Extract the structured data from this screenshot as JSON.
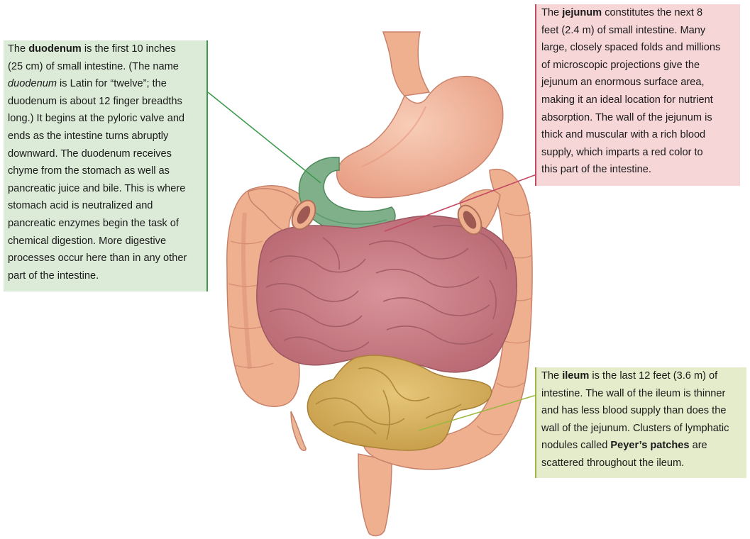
{
  "callouts": {
    "duodenum": {
      "lines": [
        [
          {
            "t": "The "
          },
          {
            "t": "duodenum",
            "b": true
          },
          {
            "t": " is the first 10 inches"
          }
        ],
        [
          {
            "t": "(25 cm) of small intestine. (The name"
          }
        ],
        [
          {
            "t": "duodenum",
            "i": true
          },
          {
            "t": " is Latin for “twelve”; the"
          }
        ],
        [
          {
            "t": "duodenum is about 12 finger breadths"
          }
        ],
        [
          {
            "t": "long.) It begins at the pyloric valve and"
          }
        ],
        [
          {
            "t": "ends as the intestine turns abruptly"
          }
        ],
        [
          {
            "t": "downward. The duodenum receives"
          }
        ],
        [
          {
            "t": "chyme from the stomach as well as"
          }
        ],
        [
          {
            "t": "pancreatic juice and bile. This is where"
          }
        ],
        [
          {
            "t": "stomach acid is neutralized and"
          }
        ],
        [
          {
            "t": "pancreatic enzymes begin the task of"
          }
        ],
        [
          {
            "t": "chemical digestion. More digestive"
          }
        ],
        [
          {
            "t": "processes occur here than in any other"
          }
        ],
        [
          {
            "t": "part of the intestine."
          }
        ]
      ]
    },
    "jejunum": {
      "lines": [
        [
          {
            "t": "The "
          },
          {
            "t": "jejunum",
            "b": true
          },
          {
            "t": " constitutes the next 8"
          }
        ],
        [
          {
            "t": "feet (2.4 m) of small intestine. Many"
          }
        ],
        [
          {
            "t": "large, closely spaced folds and millions"
          }
        ],
        [
          {
            "t": "of microscopic projections give the"
          }
        ],
        [
          {
            "t": "jejunum an enormous surface area,"
          }
        ],
        [
          {
            "t": "making it an ideal location for nutrient"
          }
        ],
        [
          {
            "t": "absorption. The wall of the jejunum is"
          }
        ],
        [
          {
            "t": "thick and muscular with a rich blood"
          }
        ],
        [
          {
            "t": "supply, which imparts a red color to"
          }
        ],
        [
          {
            "t": "this part of the intestine."
          }
        ]
      ]
    },
    "ileum": {
      "lines": [
        [
          {
            "t": "The "
          },
          {
            "t": "ileum",
            "b": true
          },
          {
            "t": " is the last 12 feet (3.6 m) of"
          }
        ],
        [
          {
            "t": "intestine. The wall of the ileum is thinner"
          }
        ],
        [
          {
            "t": "and has less blood supply than does the"
          }
        ],
        [
          {
            "t": "wall of the jejunum. Clusters of lymphatic"
          }
        ],
        [
          {
            "t": "nodules called "
          },
          {
            "t": "Peyer’s patches",
            "b": true
          },
          {
            "t": " are"
          }
        ],
        [
          {
            "t": "scattered throughout the ileum."
          }
        ]
      ]
    }
  },
  "colors": {
    "duodenum_fill": "#7fb08a",
    "jejunum_fill": "#c98088",
    "ileum_fill": "#d7b25f",
    "colon_fill": "#efb08f",
    "stomach_fill": "#f1b69c",
    "duodenum_leader": "#3d9a4d",
    "jejunum_leader": "#c24a63",
    "ileum_leader": "#9cb840"
  }
}
